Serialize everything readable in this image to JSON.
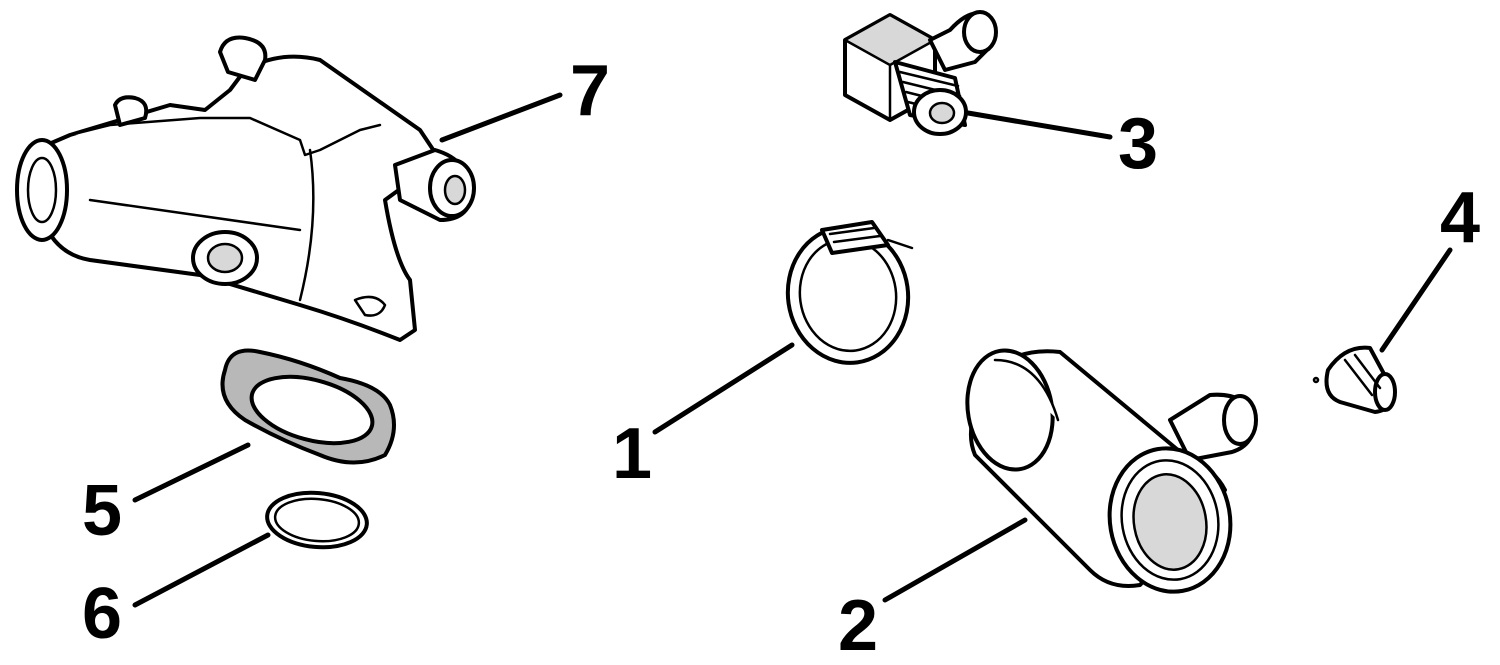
{
  "parts": [
    {
      "id": "housing",
      "callout": "7",
      "icon": "thermostat-housing-icon"
    },
    {
      "id": "elbow_fitting",
      "callout": "3",
      "icon": "elbow-fitting-icon"
    },
    {
      "id": "hose_clamp",
      "callout": "1",
      "icon": "hose-clamp-icon"
    },
    {
      "id": "cap",
      "callout": "4",
      "icon": "cap-icon"
    },
    {
      "id": "gasket",
      "callout": "5",
      "icon": "gasket-icon"
    },
    {
      "id": "o_ring",
      "callout": "6",
      "icon": "o-ring-icon"
    },
    {
      "id": "hose_tee",
      "callout": "2",
      "icon": "hose-tee-icon"
    }
  ],
  "colors": {
    "ink": "#000000",
    "paper": "#ffffff"
  }
}
